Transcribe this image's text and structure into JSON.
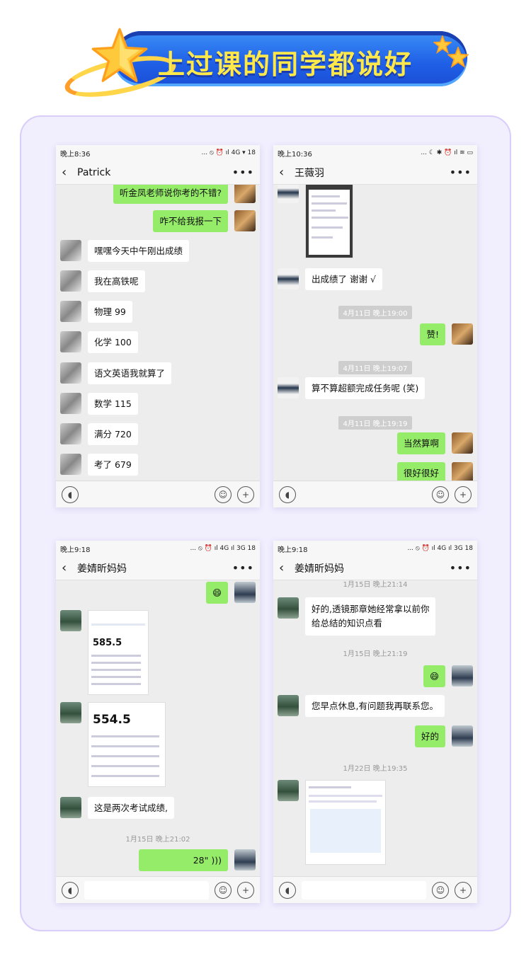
{
  "banner": {
    "title": "上过课的同学都说好"
  },
  "colors": {
    "accent": "#1f5fe6",
    "title_yellow": "#ffe94a",
    "card_bg": "#f1eefe",
    "bubble_green": "#95ec69"
  },
  "shots": [
    {
      "status_time": "晚上8:36",
      "status_right": "... ⦸ ⏰ ıl 4G ▾ 18",
      "contact": "Patrick",
      "messages": [
        {
          "side": "right",
          "text": "听金凤老师说你考的不错?"
        },
        {
          "side": "right",
          "text": "咋不给我报一下"
        },
        {
          "side": "left",
          "text": "嘿嘿今天中午刚出成绩"
        },
        {
          "side": "left",
          "text": "我在高铁呢"
        },
        {
          "side": "left",
          "text": "物理 99"
        },
        {
          "side": "left",
          "text": "化学 100"
        },
        {
          "side": "left",
          "text": "语文英语我就算了"
        },
        {
          "side": "left",
          "text": "数学 115"
        },
        {
          "side": "left",
          "text": "满分 720"
        },
        {
          "side": "left",
          "text": "考了 679"
        }
      ]
    },
    {
      "status_time": "晚上10:36",
      "status_right": "... ☾ ✱ ⏰ ıl ≋ ▭",
      "contact": "王薇羽",
      "messages": [
        {
          "side": "left",
          "text": "出成绩了 谢谢 √"
        },
        {
          "side": "time",
          "text": "4月11日 晚上19:00"
        },
        {
          "side": "right",
          "text": "赞!"
        },
        {
          "side": "time",
          "text": "4月11日 晚上19:07"
        },
        {
          "side": "left",
          "text": "算不算超额完成任务呢 (笑)"
        },
        {
          "side": "time",
          "text": "4月11日 晚上19:19"
        },
        {
          "side": "right",
          "text": "当然算啊"
        },
        {
          "side": "right",
          "text": "很好很好"
        }
      ]
    },
    {
      "status_time": "晚上9:18",
      "status_right": "... ⦸ ⏰ ıl 4G ıl 3G 18",
      "contact": "姜婧昕妈妈",
      "messages": [
        {
          "side": "right",
          "text": "😄"
        },
        {
          "side": "left",
          "text": "585.5"
        },
        {
          "side": "left",
          "text": "554.5"
        },
        {
          "side": "left",
          "text": "这是两次考试成绩,"
        },
        {
          "side": "time",
          "text": "1月15日 晚上21:02"
        },
        {
          "side": "right",
          "text": "28\""
        }
      ]
    },
    {
      "status_time": "晚上9:18",
      "status_right": "... ⦸ ⏰ ıl 4G ıl 3G 18",
      "contact": "姜婧昕妈妈",
      "messages": [
        {
          "side": "time",
          "text": "1月15日 晚上21:14"
        },
        {
          "side": "left",
          "text": "好的,透镜那章她经常拿以前你"
        },
        {
          "side": "left",
          "text": "给总结的知识点看"
        },
        {
          "side": "time",
          "text": "1月15日 晚上21:19"
        },
        {
          "side": "right",
          "text": "😄"
        },
        {
          "side": "left",
          "text": "您早点休息,有问题我再联系您。"
        },
        {
          "side": "right",
          "text": "好的"
        },
        {
          "side": "time",
          "text": "1月22日 晚上19:35"
        }
      ]
    }
  ]
}
